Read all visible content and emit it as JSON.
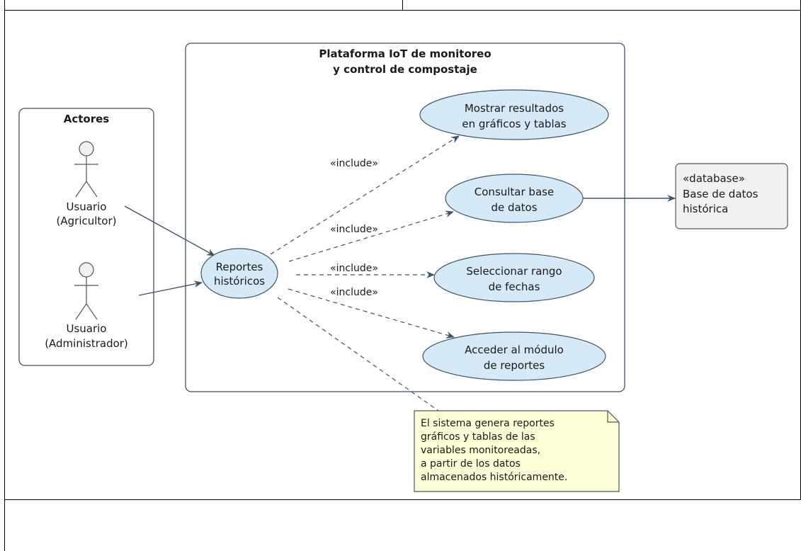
{
  "diagram": {
    "system": {
      "title_line1": "Plataforma IoT de monitoreo",
      "title_line2": "y control de compostaje"
    },
    "actors_package": {
      "title": "Actores",
      "actors": [
        {
          "line1": "Usuario",
          "line2": "(Agricultor)"
        },
        {
          "line1": "Usuario",
          "line2": "(Administrador)"
        }
      ]
    },
    "use_cases": {
      "main": {
        "line1": "Reportes",
        "line2": "históricos"
      },
      "show_results": {
        "line1": "Mostrar resultados",
        "line2": "en gráficos y tablas"
      },
      "query_db": {
        "line1": "Consultar base",
        "line2": "de datos"
      },
      "select_range": {
        "line1": "Seleccionar rango",
        "line2": "de fechas"
      },
      "access_module": {
        "line1": "Acceder al módulo",
        "line2": "de reportes"
      }
    },
    "include_labels": [
      "«include»",
      "«include»",
      "«include»",
      "«include»"
    ],
    "database": {
      "line1": "«database»",
      "line2": "Base de datos",
      "line3": "histórica"
    },
    "note": {
      "lines": [
        "El sistema genera reportes",
        "gráficos y tablas de las",
        "variables monitoreadas,",
        "a partir de los datos",
        "almacenados históricamente."
      ]
    }
  },
  "colors": {
    "usecase_fill": "#d6e9f7",
    "border": "#3d5566",
    "note_fill": "#fefed6",
    "database_fill": "#f1f1f1"
  }
}
